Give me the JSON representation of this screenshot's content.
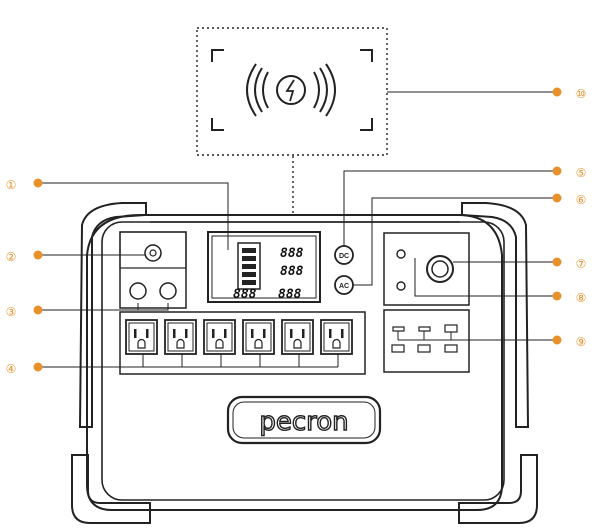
{
  "brand": {
    "logo_text": "pecron"
  },
  "buttons": {
    "dc": "DC",
    "ac": "AC"
  },
  "lcd": {
    "digits": "888"
  },
  "callouts": [
    {
      "num": "①"
    },
    {
      "num": "②"
    },
    {
      "num": "③"
    },
    {
      "num": "④"
    },
    {
      "num": "⑤"
    },
    {
      "num": "⑥"
    },
    {
      "num": "⑦"
    },
    {
      "num": "⑧"
    },
    {
      "num": "⑨"
    },
    {
      "num": "⑩"
    }
  ],
  "colors": {
    "accent": "#e8912a",
    "outline": "#222222"
  },
  "icons": {
    "wireless": "wireless-charging-icon",
    "logo": "pecron-logo"
  }
}
